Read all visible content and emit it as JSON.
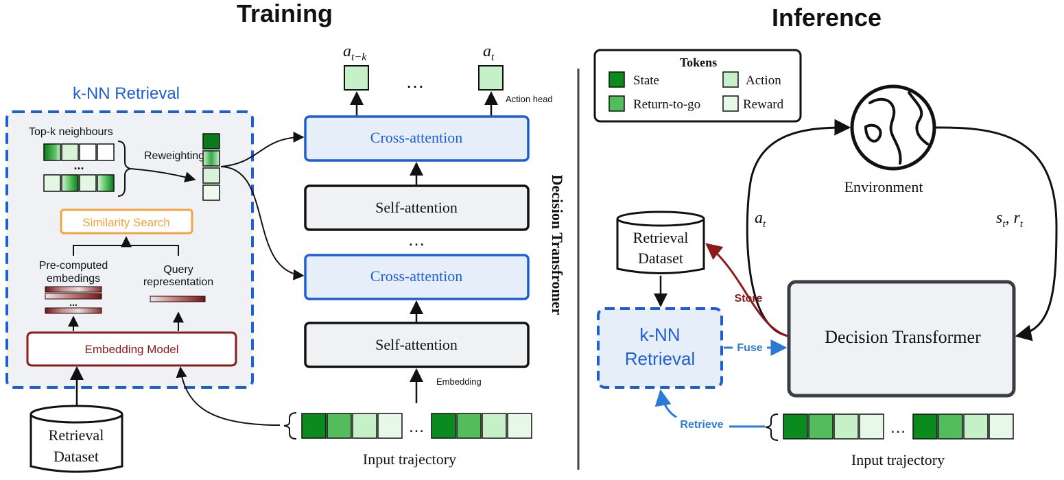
{
  "training": {
    "title": "Training",
    "knn_title": "k-NN Retrieval",
    "topk_label": "Top-k neighbours",
    "reweighting_label": "Reweighting",
    "dots": "...",
    "similarity_search": "Similarity Search",
    "precomputed_line1": "Pre-computed",
    "precomputed_line2": "embedings",
    "query_line1": "Query",
    "query_line2": "representation",
    "embedding_model": "Embedding Model",
    "retrieval_dataset_line1": "Retrieval",
    "retrieval_dataset_line2": "Dataset",
    "action_label_left": "a",
    "action_label_left_sub": "t−k",
    "action_label_right": "a",
    "action_label_right_sub": "t",
    "ellipsis": "…",
    "action_head": "Action head",
    "cross_attention_top": "Cross-attention",
    "self_attention_top": "Self-attention",
    "cross_attention_bottom": "Cross-attention",
    "self_attention_bottom": "Self-attention",
    "embedding": "Embedding",
    "decision_transformer_vertical": "Decision Transfromer",
    "input_trajectory": "Input trajectory"
  },
  "inference": {
    "title": "Inference",
    "legend": {
      "title": "Tokens",
      "state": "State",
      "action": "Action",
      "return_to_go": "Return-to-go",
      "reward": "Reward"
    },
    "environment": "Environment",
    "a_t": "a",
    "a_t_sub": "t",
    "s_t": "s",
    "s_t_sub": "t",
    "r_t": "r",
    "r_t_sub": "t",
    "retrieval_dataset_line1": "Retrieval",
    "retrieval_dataset_line2": "Dataset",
    "store": "Store",
    "knn_line1": "k-NN",
    "knn_line2": "Retrieval",
    "fuse": "Fuse",
    "decision_transformer": "Decision Transformer",
    "retrieve": "Retrieve",
    "input_trajectory": "Input trajectory"
  },
  "colors": {
    "state": "#0b8a1e",
    "return_to_go": "#53bd5c",
    "action": "#c6f0c8",
    "reward": "#e8f8e8",
    "knn_blue": "#1d5fd1",
    "embedding_red": "#8b1a1a",
    "similarity_orange": "#f5a340",
    "store_red": "#8b1a1a",
    "fuse_blue": "#2a7ad6"
  }
}
